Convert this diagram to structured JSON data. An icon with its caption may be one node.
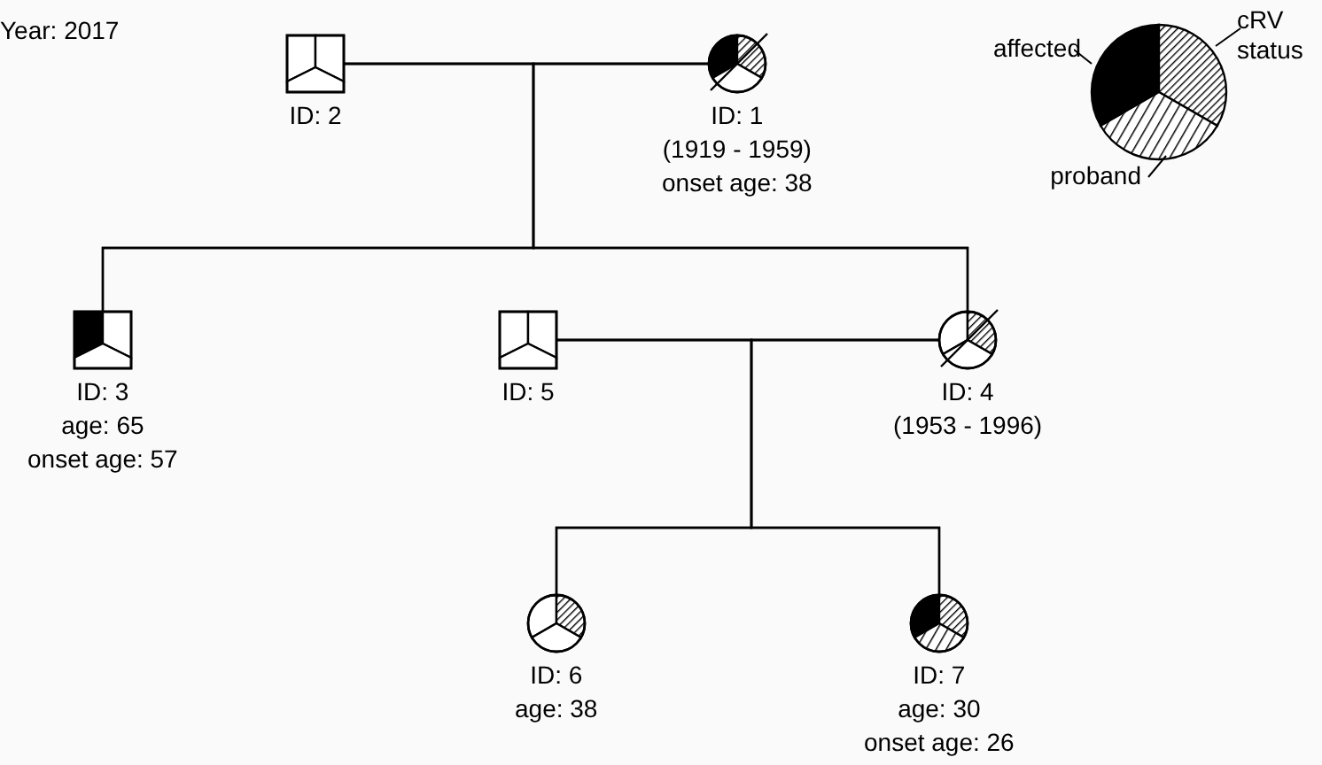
{
  "diagram": {
    "nodes": [
      {
        "text": [
          "ID: 2"
        ]
      },
      {
        "text": [
          "ID: 1",
          "(1919 - 1959)",
          "onset age: 38"
        ]
      },
      {
        "text": [
          "ID: 3",
          "age: 65",
          "onset age: 57"
        ]
      },
      {
        "text": [
          "ID: 5"
        ]
      },
      {
        "text": [
          "ID: 4",
          "(1953 - 1996)"
        ]
      },
      {
        "text": [
          "ID: 6",
          "age: 38"
        ]
      },
      {
        "text": [
          "ID: 7",
          "age: 30",
          "onset age: 26"
        ]
      }
    ],
    "edges": [
      {
        "from": 0,
        "to": 1,
        "arrow": "none"
      },
      {
        "from": 0,
        "to": 2,
        "arrow": "none"
      },
      {
        "from": 1,
        "to": 2,
        "arrow": "none"
      },
      {
        "from": 0,
        "to": 4,
        "arrow": "none"
      },
      {
        "from": 1,
        "to": 4,
        "arrow": "none"
      },
      {
        "from": 3,
        "to": 4,
        "arrow": "none"
      },
      {
        "from": 3,
        "to": 5,
        "arrow": "none"
      },
      {
        "from": 4,
        "to": 5,
        "arrow": "none"
      },
      {
        "from": 3,
        "to": 6,
        "arrow": "none"
      },
      {
        "from": 4,
        "to": 6,
        "arrow": "none"
      }
    ],
    "labels": [
      "Year: 2017"
    ],
    "legend": [
      {
        "text": "affected"
      },
      {
        "text": "cRV status"
      },
      {
        "text": "proband"
      }
    ]
  }
}
